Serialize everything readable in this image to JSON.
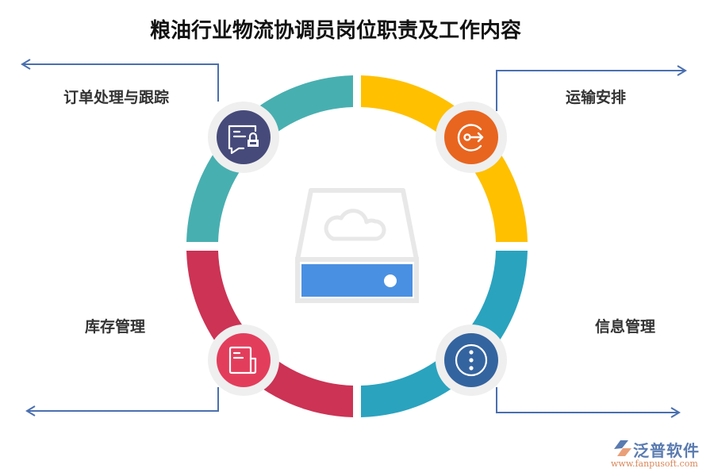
{
  "title": "粮油行业物流协调员岗位职责及工作内容",
  "items": [
    {
      "label": "订单处理与跟踪",
      "icon": "chat-lock-icon",
      "segment_color": "#48AFB0",
      "circle_color": "#464A7A"
    },
    {
      "label": "运输安排",
      "icon": "exit-arrow-icon",
      "segment_color": "#FFC000",
      "circle_color": "#E8651F"
    },
    {
      "label": "库存管理",
      "icon": "document-icon",
      "segment_color": "#CC3355",
      "circle_color": "#E33D5C"
    },
    {
      "label": "信息管理",
      "icon": "more-vertical-icon",
      "segment_color": "#2AA3BF",
      "circle_color": "#34649F"
    }
  ],
  "center": {
    "icon": "cloud-storage-drive-icon",
    "drive_color": "#4A90E2"
  },
  "colors": {
    "arrow": "#4A6FAF",
    "badge_ring": "#EFEFEF"
  },
  "logo": {
    "name": "泛普软件",
    "url": "www.fanpusoft.com"
  }
}
